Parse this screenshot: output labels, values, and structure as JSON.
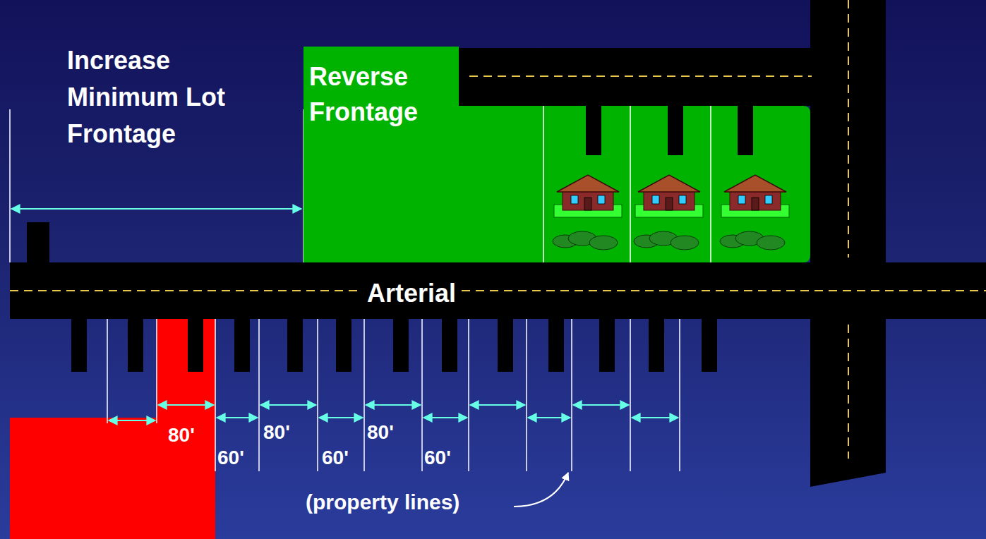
{
  "diagram": {
    "nodes": [
      {
        "text": [
          "Reverse Frontage"
        ]
      }
    ],
    "labels": [
      "Increase Minimum Lot Frontage",
      "Arterial",
      "80'",
      "60'",
      "80'",
      "60'",
      "80'",
      "60'",
      "(property lines)"
    ]
  }
}
